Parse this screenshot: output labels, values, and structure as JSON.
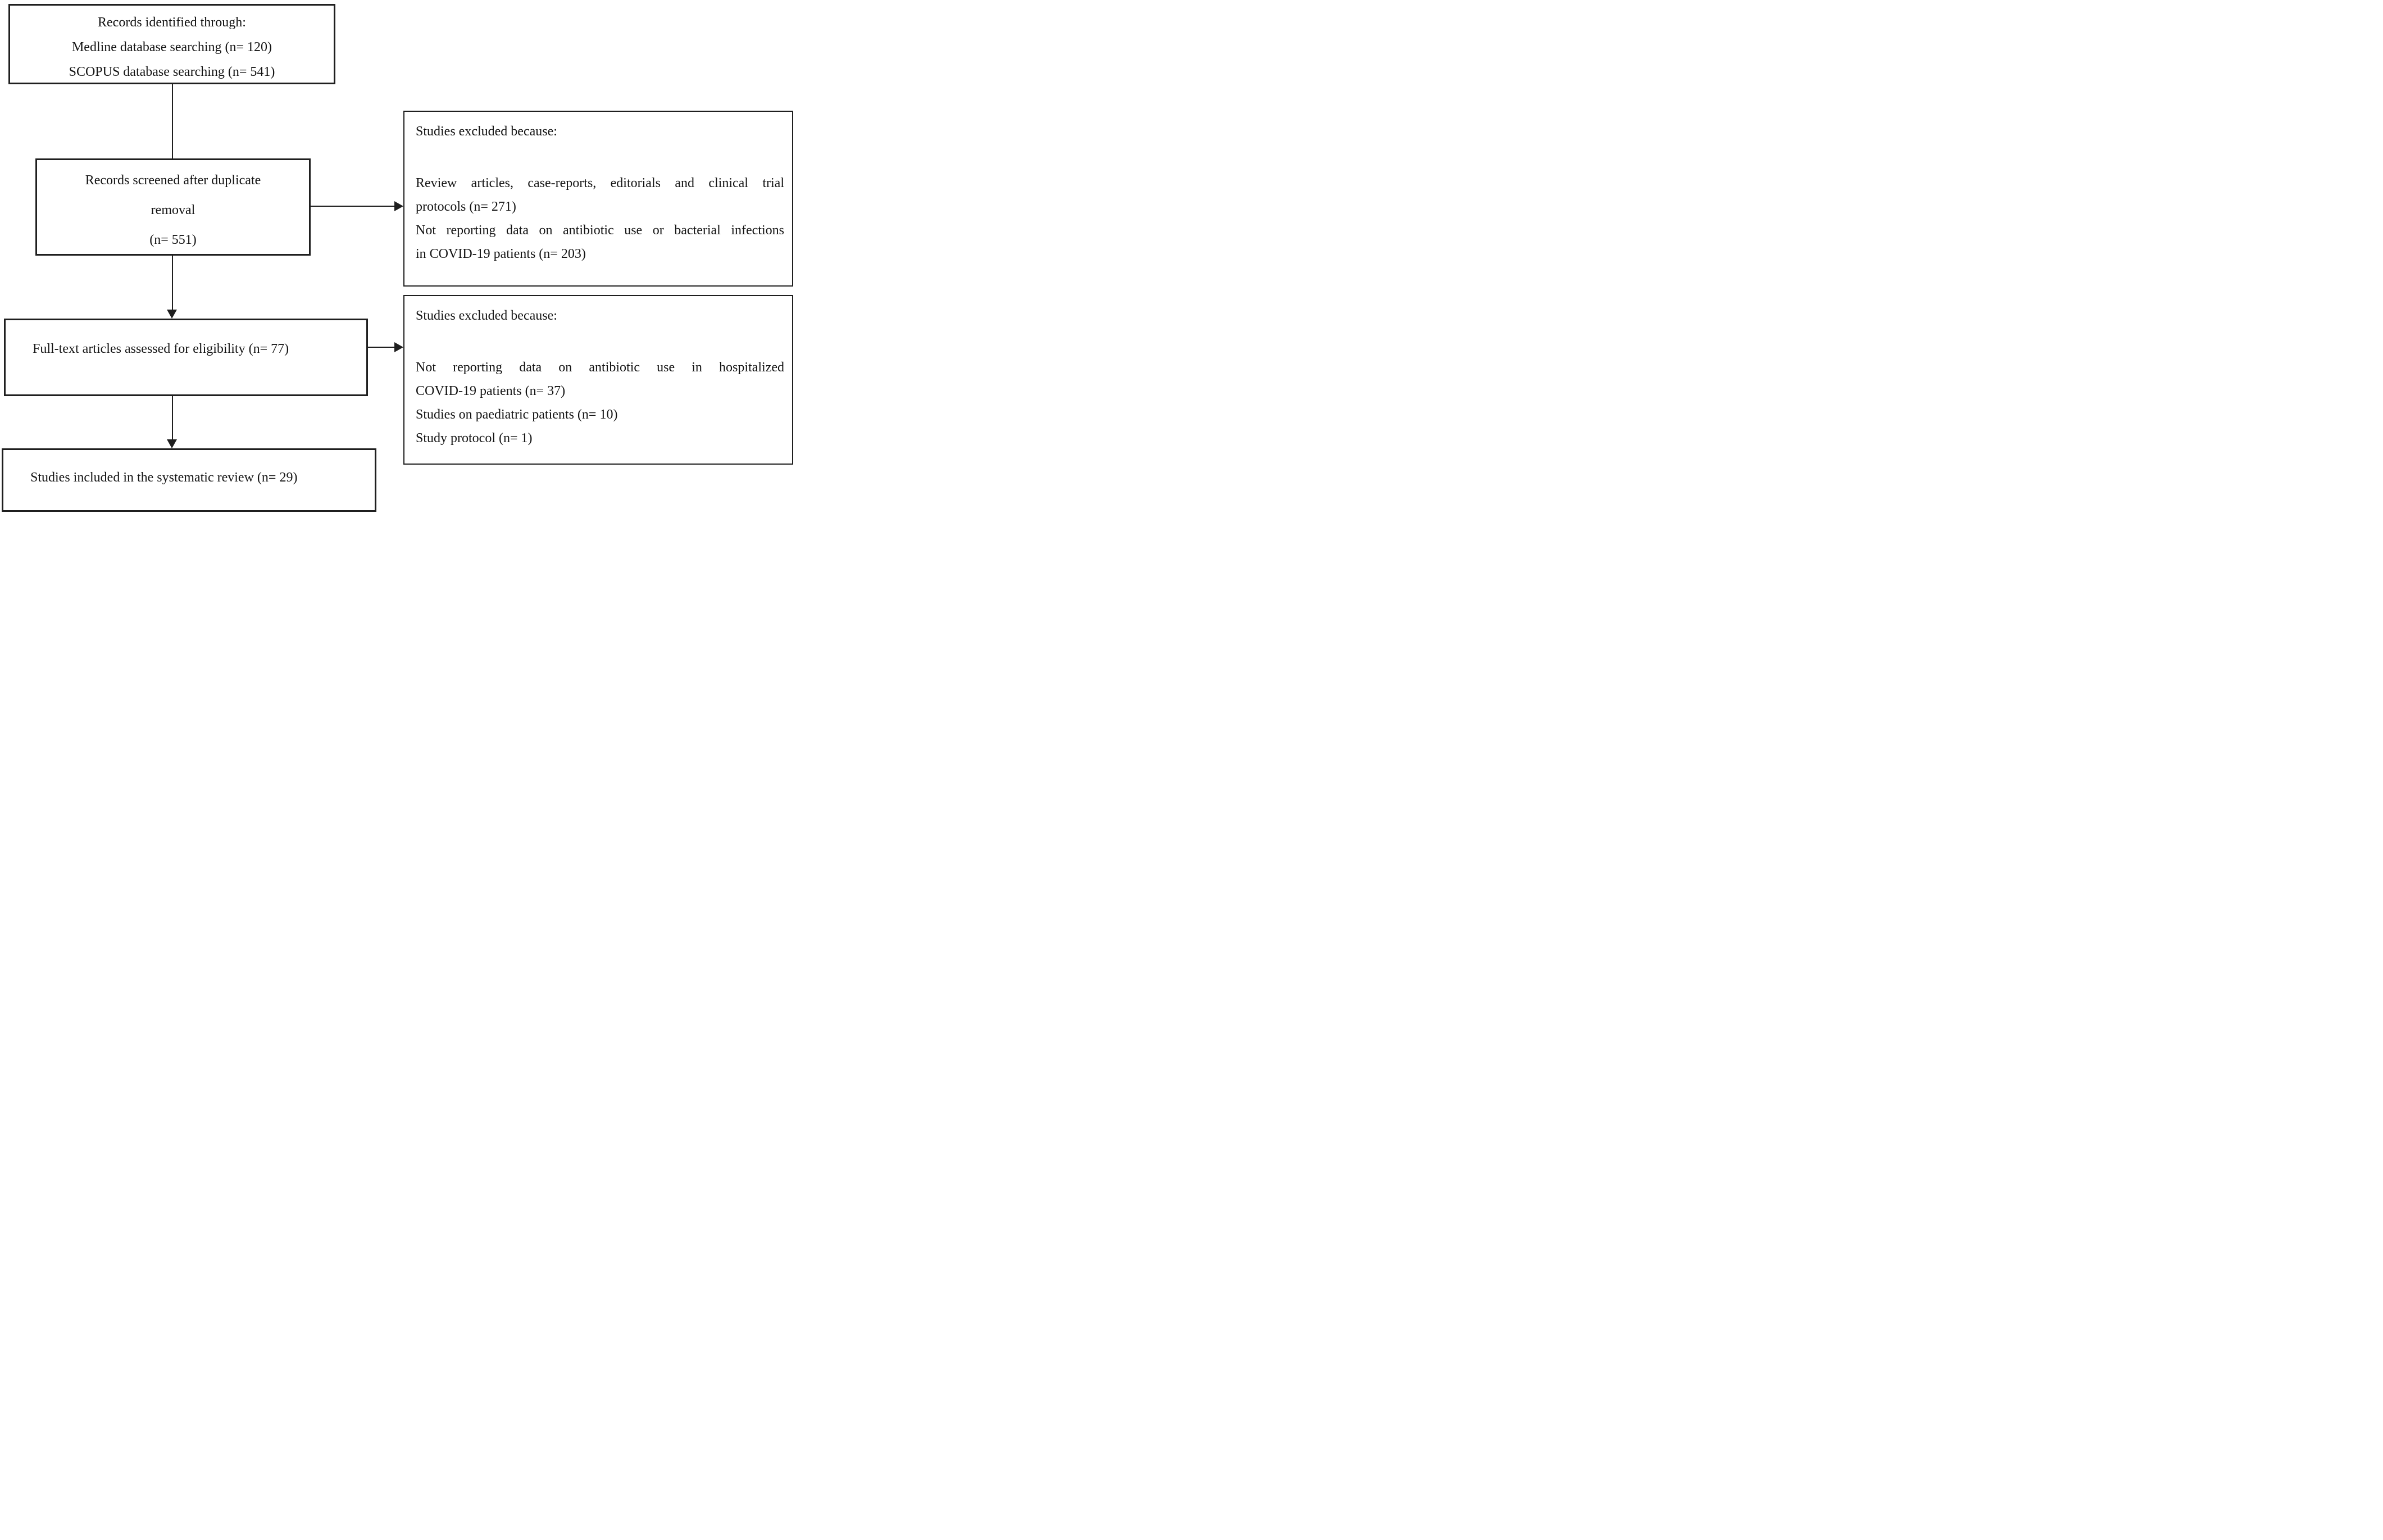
{
  "figure": {
    "type": "prisma-flow-diagram",
    "colors": {
      "border": "#1f1f1f",
      "text": "#141414",
      "background": "#ffffff"
    }
  },
  "boxes": {
    "identification": {
      "lines": [
        "Records identified through:",
        "Medline database searching (n= 120)",
        "SCOPUS database searching (n= 541)"
      ]
    },
    "screening": {
      "lines": [
        "Records screened after duplicate",
        "removal",
        "(n= 551)"
      ]
    },
    "eligibility": {
      "text": "Full-text articles assessed for eligibility (n= 77)"
    },
    "included": {
      "text": "Studies included in the systematic review (n= 29)"
    },
    "excluded_screening": {
      "heading": "Studies excluded because:",
      "items": [
        {
          "text": "Review articles, case-reports, editorials and clinical trial protocols (n= 271)",
          "lines": [
            "Review articles, case-reports, editorials and clinical trial",
            "protocols (n= 271)"
          ]
        },
        {
          "text": "Not reporting data on antibiotic use or bacterial infections in COVID-19 patients (n= 203)",
          "lines": [
            "Not reporting data on antibiotic use or bacterial infections",
            "in COVID-19 patients (n= 203)"
          ]
        }
      ]
    },
    "excluded_eligibility": {
      "heading": "Studies excluded because:",
      "items": [
        {
          "text": "Not reporting data on antibiotic use in hospitalized COVID-19 patients (n= 37)",
          "lines": [
            "Not reporting data on antibiotic use in hospitalized",
            "COVID-19 patients (n= 37)"
          ]
        },
        {
          "text": "Studies on paediatric patients (n= 10)",
          "lines": [
            "Studies on paediatric patients (n= 10)"
          ]
        },
        {
          "text": "Study protocol (n= 1)",
          "lines": [
            "Study protocol (n= 1)"
          ]
        }
      ]
    }
  }
}
